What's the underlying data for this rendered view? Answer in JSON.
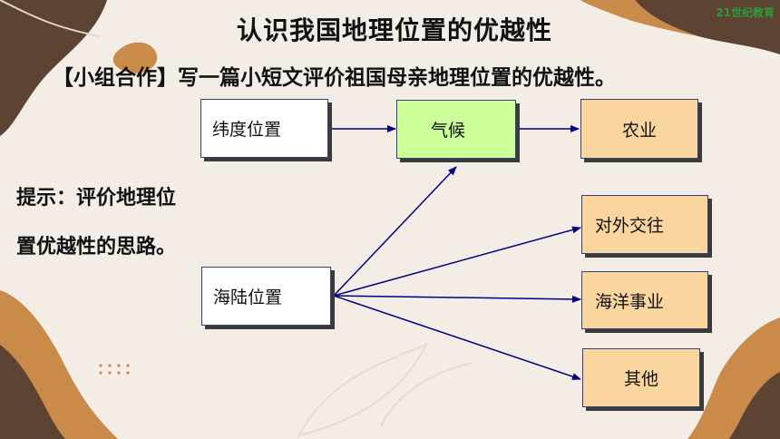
{
  "title": "认识我国地理位置的优越性",
  "subtitle": "【小组合作】写一篇小短文评价祖国母亲地理位置的优越性。",
  "hint": {
    "line1": "提示：评价地理位",
    "line2": "置优越性的思路。"
  },
  "diagram": {
    "nodes": {
      "latitude": "纬度位置",
      "climate": "气候",
      "agriculture": "农业",
      "sea_land": "海陆位置",
      "foreign": "对外交往",
      "ocean": "海洋事业",
      "other": "其他"
    },
    "edges": [
      [
        "latitude",
        "climate"
      ],
      [
        "climate",
        "agriculture"
      ],
      [
        "sea_land",
        "climate"
      ],
      [
        "sea_land",
        "foreign"
      ],
      [
        "sea_land",
        "ocean"
      ],
      [
        "sea_land",
        "other"
      ]
    ]
  },
  "colors": {
    "background": "#f3ede6",
    "dark_brown": "#5c4332",
    "accent_orange": "#c98a4a",
    "climate_fill": "#ccff99",
    "result_fill": "#fad59e",
    "arrow": "#000080"
  },
  "logo": "21世纪教育"
}
